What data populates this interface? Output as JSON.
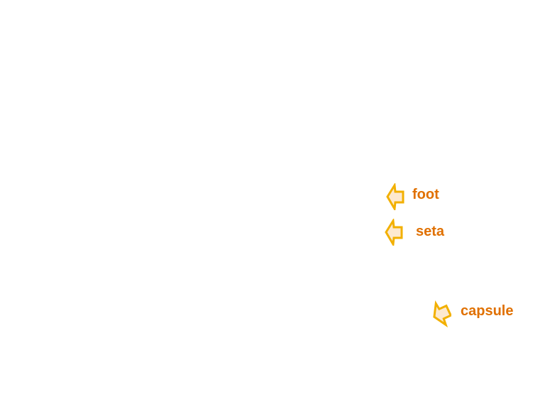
{
  "colors": {
    "label": "#e07000",
    "arrow_outline": "#f2b000",
    "arrow_fill": "#fde9cf"
  },
  "labels": {
    "foot": "foot",
    "seta": "seta",
    "capsule": "capsule"
  },
  "icons": {
    "foot": "arrow-pointer-icon",
    "seta": "arrow-pointer-icon",
    "capsule": "arrow-pointer-icon"
  }
}
